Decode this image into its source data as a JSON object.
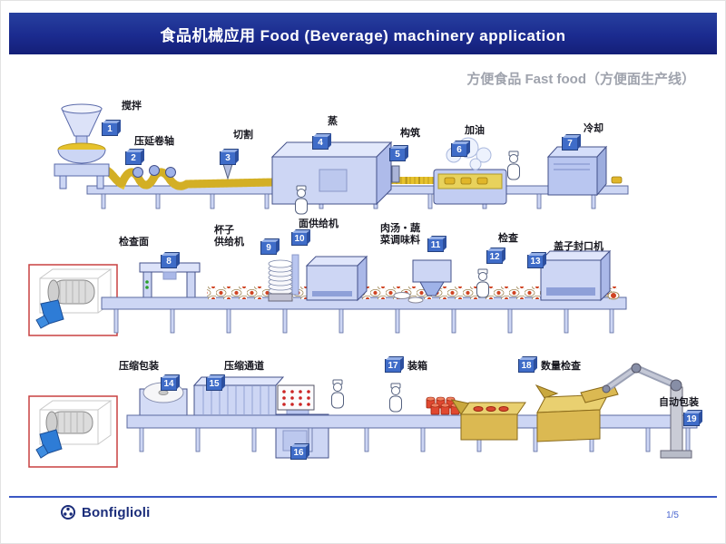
{
  "header": {
    "title": "食品机械应用  Food (Beverage) machinery application"
  },
  "subtitle": "方便食品 Fast food（方便面生产线）",
  "stations": [
    {
      "num": "1",
      "label": "搅拌"
    },
    {
      "num": "2",
      "label": "压延卷轴"
    },
    {
      "num": "3",
      "label": "切割"
    },
    {
      "num": "4",
      "label": "蒸"
    },
    {
      "num": "5",
      "label": "构筑"
    },
    {
      "num": "6",
      "label": "加油"
    },
    {
      "num": "7",
      "label": "冷却"
    },
    {
      "num": "8",
      "label": "检查面"
    },
    {
      "num": "9",
      "label": "杯子\n供给机"
    },
    {
      "num": "10",
      "label": "面供给机"
    },
    {
      "num": "11",
      "label": "肉汤・蔬\n菜调味料"
    },
    {
      "num": "12",
      "label": "检查"
    },
    {
      "num": "13",
      "label": "盖子封口机"
    },
    {
      "num": "14",
      "label": "压缩包装"
    },
    {
      "num": "15",
      "label": "压缩通道"
    },
    {
      "num": "16",
      "label": ""
    },
    {
      "num": "17",
      "label": "装箱"
    },
    {
      "num": "18",
      "label": "数量检查"
    },
    {
      "num": "19",
      "label": "自动包装"
    }
  ],
  "footer": {
    "brand": "Bonfiglioli",
    "page": "1/5",
    "logo_icon": "planetary-gear-icon"
  },
  "colors": {
    "header_bg": "#1b2b8f",
    "subtitle_gray": "#9fa3ad",
    "callout_red": "#c94040",
    "brand_navy": "#1b2d7a",
    "noodle_yellow": "#e6c22c",
    "belt_blue": "#cdd6f4",
    "footer_line_blue": "#3a57c4",
    "page_num_blue": "#4a66d0"
  }
}
